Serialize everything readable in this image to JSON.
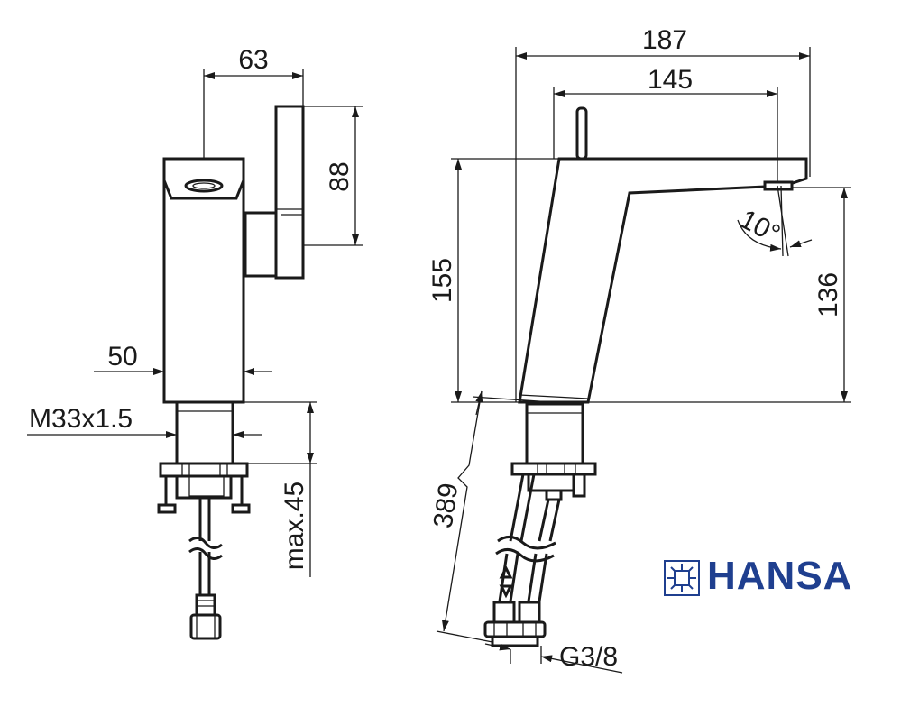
{
  "dimensions": {
    "width_side": "63",
    "handle_height": "88",
    "body_width": "50",
    "thread": "M33x1.5",
    "mount_depth": "max.45",
    "total_length": "187",
    "spout_reach": "145",
    "total_height": "155",
    "outlet_height": "136",
    "spout_angle": "10°",
    "hose_length": "389",
    "connection": "G3/8"
  },
  "brand": {
    "name": "HANSA",
    "color": "#1f3f8f"
  },
  "colors": {
    "line": "#1a1a1a",
    "background": "#ffffff"
  }
}
